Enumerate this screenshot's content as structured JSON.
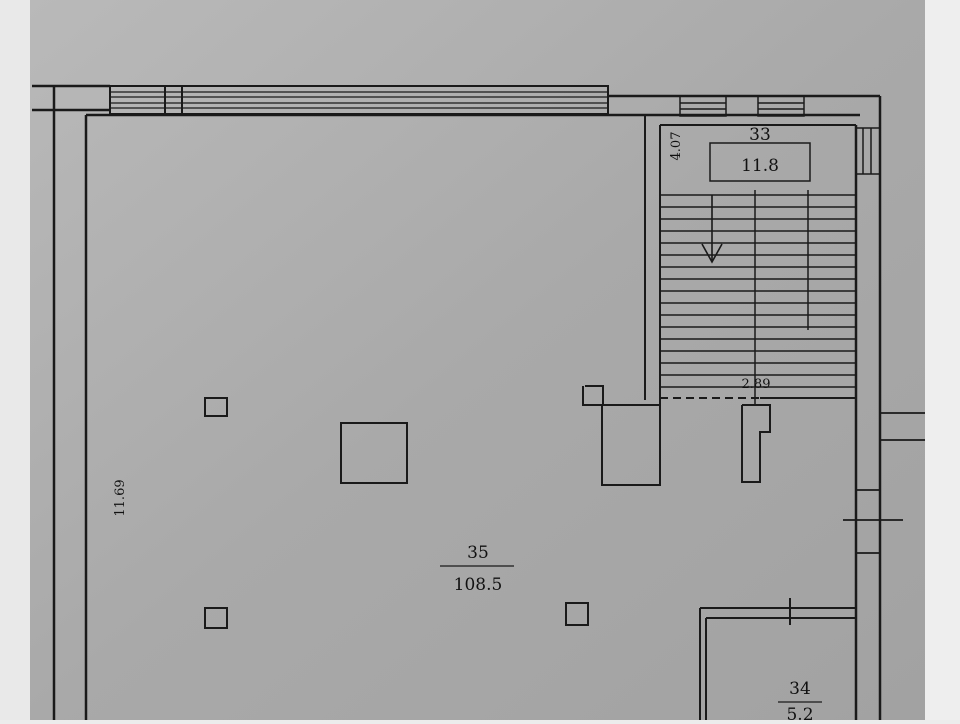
{
  "plan": {
    "rooms": [
      {
        "number": "35",
        "area": "108.5"
      },
      {
        "number": "33",
        "area": "11.8"
      },
      {
        "number": "34",
        "area": "5.2"
      }
    ],
    "dimensions": {
      "left_wall_length": "11.69",
      "stair_width": "4.07",
      "stair_landing": "2.89"
    }
  }
}
